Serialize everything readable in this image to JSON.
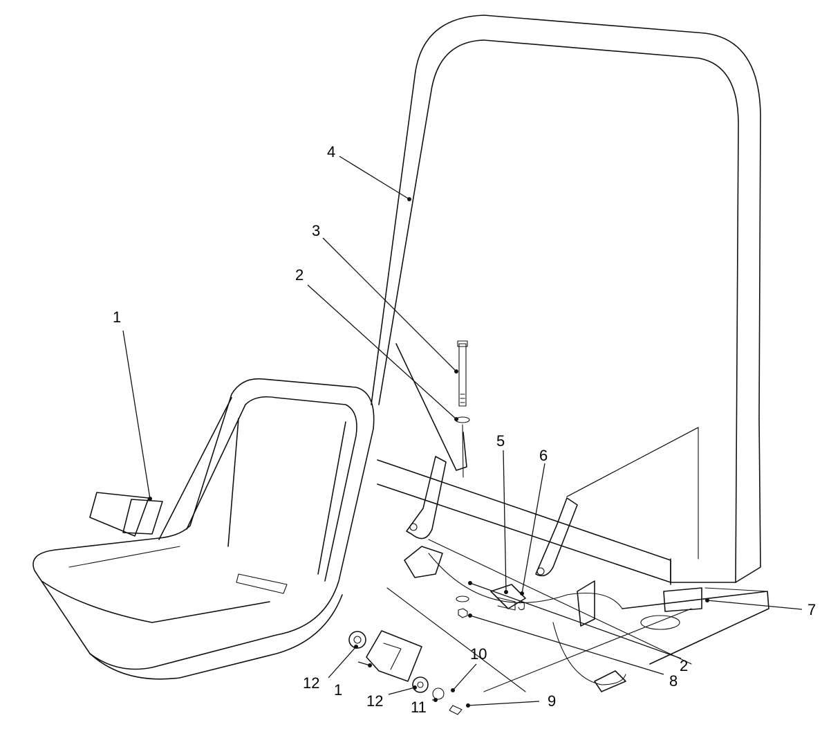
{
  "callouts": [
    {
      "id": "c1a",
      "text": "1"
    },
    {
      "id": "c1b",
      "text": "1"
    },
    {
      "id": "c2a",
      "text": "2"
    },
    {
      "id": "c2b",
      "text": "2"
    },
    {
      "id": "c3",
      "text": "3"
    },
    {
      "id": "c4",
      "text": "4"
    },
    {
      "id": "c5",
      "text": "5"
    },
    {
      "id": "c6",
      "text": "6"
    },
    {
      "id": "c7",
      "text": "7"
    },
    {
      "id": "c8",
      "text": "8"
    },
    {
      "id": "c9",
      "text": "9"
    },
    {
      "id": "c10",
      "text": "10"
    },
    {
      "id": "c11",
      "text": "11"
    },
    {
      "id": "c12a",
      "text": "12"
    },
    {
      "id": "c12b",
      "text": "12"
    }
  ]
}
